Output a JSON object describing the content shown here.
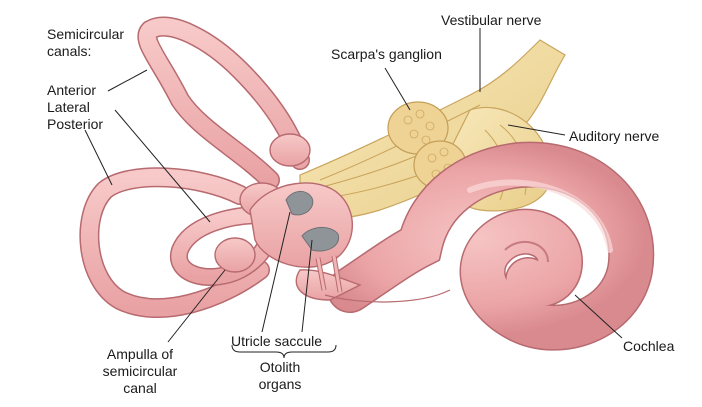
{
  "labels": {
    "semicircular_canals": [
      "Semicircular",
      "canals:"
    ],
    "canal_names": [
      "Anterior",
      "Lateral",
      "Posterior"
    ],
    "vestibular_nerve": "Vestibular nerve",
    "scarpas_ganglion": "Scarpa's ganglion",
    "auditory_nerve": "Auditory nerve",
    "cochlea": "Cochlea",
    "utricle": "Utricle",
    "saccule": "saccule",
    "otolith_organs": [
      "Otolith",
      "organs"
    ],
    "ampulla": [
      "Ampulla of",
      "semicircular",
      "canal"
    ]
  },
  "colors": {
    "tissue_pink": "#f2b2b2",
    "tissue_outline": "#b76a6f",
    "nerve_yellow": "#f3dea4",
    "nerve_outline": "#c9a55e",
    "otolith_gray": "#8f9498"
  }
}
